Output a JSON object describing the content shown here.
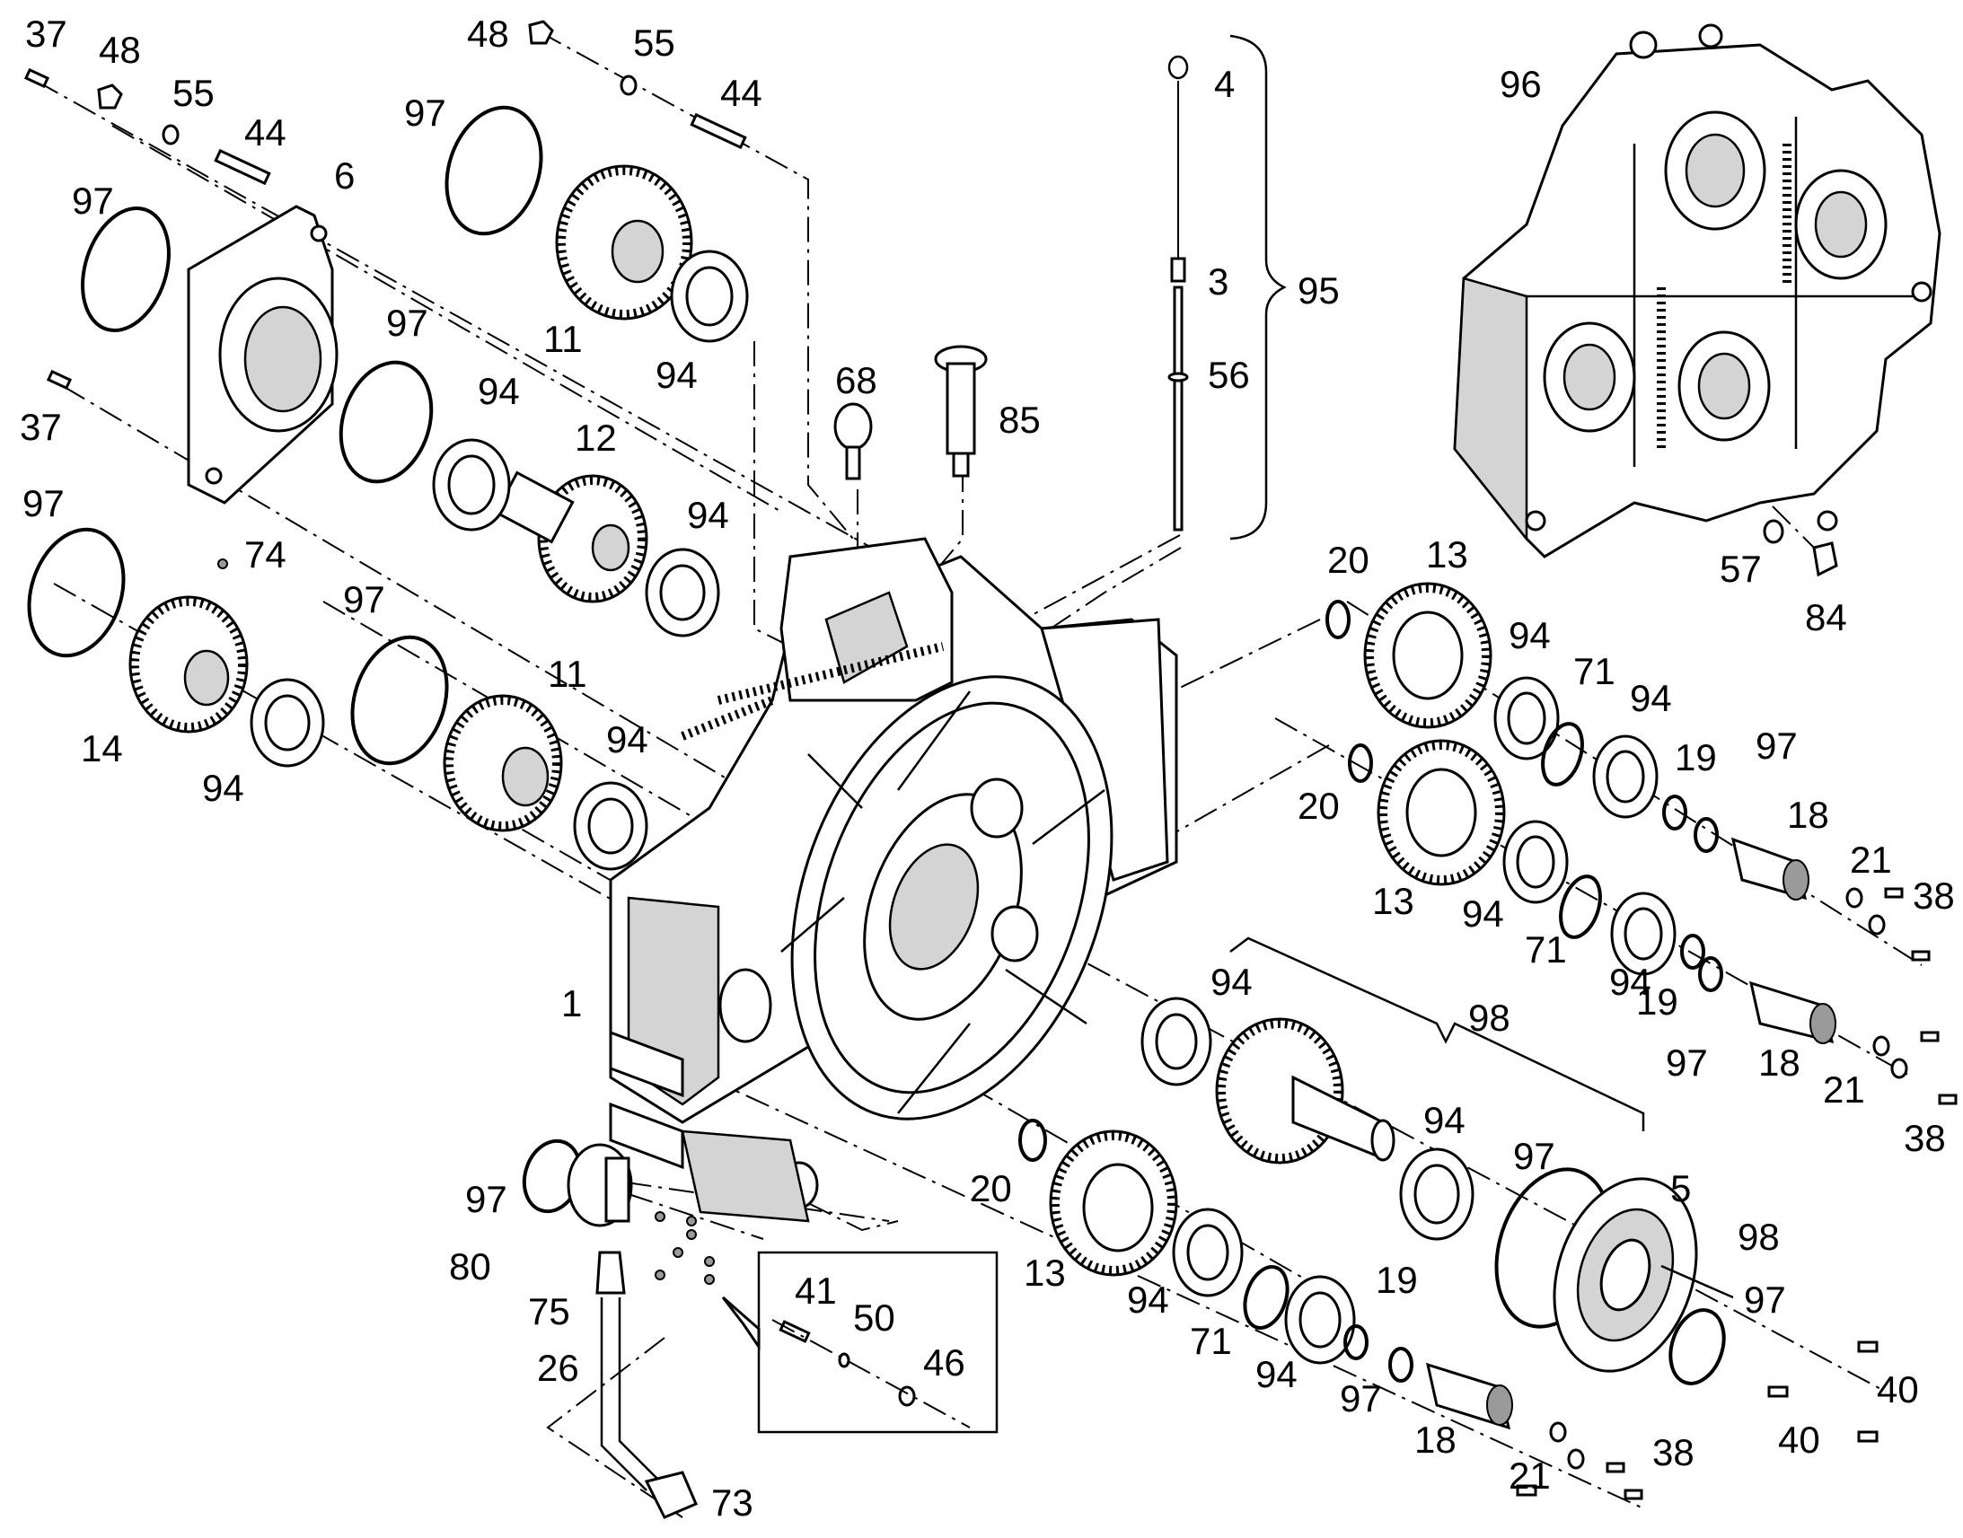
{
  "diagram": {
    "callouts": {
      "c37a": "37",
      "c48a": "48",
      "c55a": "55",
      "c44a": "44",
      "c97a": "97",
      "c6": "6",
      "c37b": "37",
      "c97b": "97",
      "c48b": "48",
      "c55b": "55",
      "c44b": "44",
      "c11a": "11",
      "c94a": "94",
      "c97c": "97",
      "c94b": "94",
      "c12": "12",
      "c94c": "94",
      "c68": "68",
      "c85": "85",
      "c4": "4",
      "c3": "3",
      "c56": "56",
      "c95": "95",
      "c96": "96",
      "c57": "57",
      "c84": "84",
      "c97d": "97",
      "c74": "74",
      "c97e": "97",
      "c11b": "11",
      "c14": "14",
      "c94d": "94",
      "c94e": "94",
      "c20a": "20",
      "c13a": "13",
      "c94f": "94",
      "c71a": "71",
      "c94g": "94",
      "c19a": "19",
      "c97f": "97",
      "c18a": "18",
      "c21a": "21",
      "c38a": "38",
      "c20b": "20",
      "c13b": "13",
      "c94h": "94",
      "c71b": "71",
      "c94i": "94",
      "c19b": "19",
      "c97g": "97",
      "c18b": "18",
      "c21b": "21",
      "c38b": "38",
      "c1": "1",
      "c94j": "94",
      "c98a": "98",
      "c94k": "94",
      "c97h": "97",
      "c5": "5",
      "c98b": "98",
      "c97i": "97",
      "c40a": "40",
      "c40b": "40",
      "c20c": "20",
      "c13c": "13",
      "c19c": "19",
      "c94l": "94",
      "c71c": "71",
      "c94m": "94",
      "c97j": "97",
      "c18c": "18",
      "c21c": "21",
      "c38c": "38",
      "c97k": "97",
      "c80": "80",
      "c75": "75",
      "c26": "26",
      "c73": "73",
      "c41": "41",
      "c50": "50",
      "c46": "46"
    }
  }
}
